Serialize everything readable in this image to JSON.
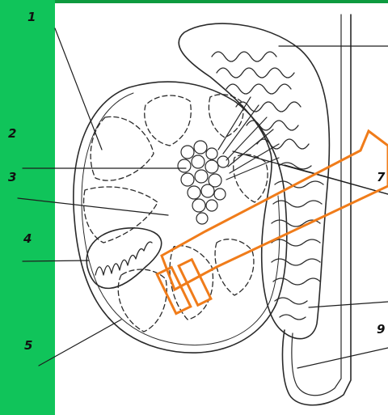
{
  "colors": {
    "side_bar": "#10c45a",
    "top_strip": "#0d9a3f",
    "ink": "#2a2a2a",
    "highlight": "#f07c1a"
  },
  "labels": {
    "n1": "1",
    "n2": "2",
    "n3": "3",
    "n4": "4",
    "n5": "5",
    "n7": "7",
    "n9": "9"
  }
}
